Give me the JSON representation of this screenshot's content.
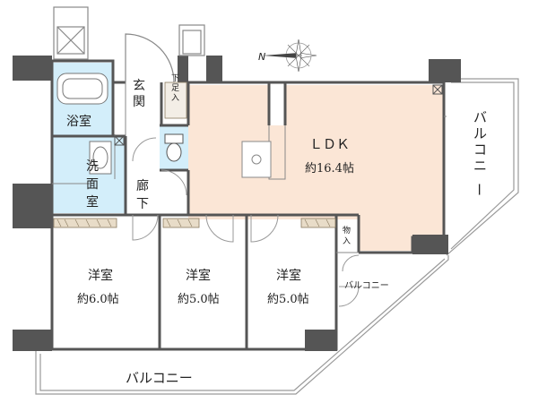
{
  "labels": {
    "genkan_1": "玄",
    "genkan_2": "関",
    "shoe_1": "下",
    "shoe_2": "足",
    "shoe_3": "入",
    "bath": "浴室",
    "wash_1": "洗",
    "wash_2": "面",
    "wash_3": "室",
    "hall_1": "廊",
    "hall_2": "下",
    "ldk_name": "ＬＤＫ",
    "ldk_size": "約16.4帖",
    "storage_1": "物",
    "storage_2": "入",
    "room1_name": "洋室",
    "room1_size": "約6.0帖",
    "room2_name": "洋室",
    "room2_size": "約5.0帖",
    "room3_name": "洋室",
    "room3_size": "約5.0帖",
    "balcony_south": "バルコニー",
    "balcony_small": "バルコニー",
    "balcony_east_1": "バ",
    "balcony_east_2": "ル",
    "balcony_east_3": "コ",
    "balcony_east_4": "ニ",
    "balcony_east_5": "ー",
    "compass_n": "N"
  },
  "colors": {
    "ldk_fill": "#fbe6d6",
    "wet_fill": "#d3eefa",
    "wall": "#555555",
    "line": "#9a9a9a"
  }
}
